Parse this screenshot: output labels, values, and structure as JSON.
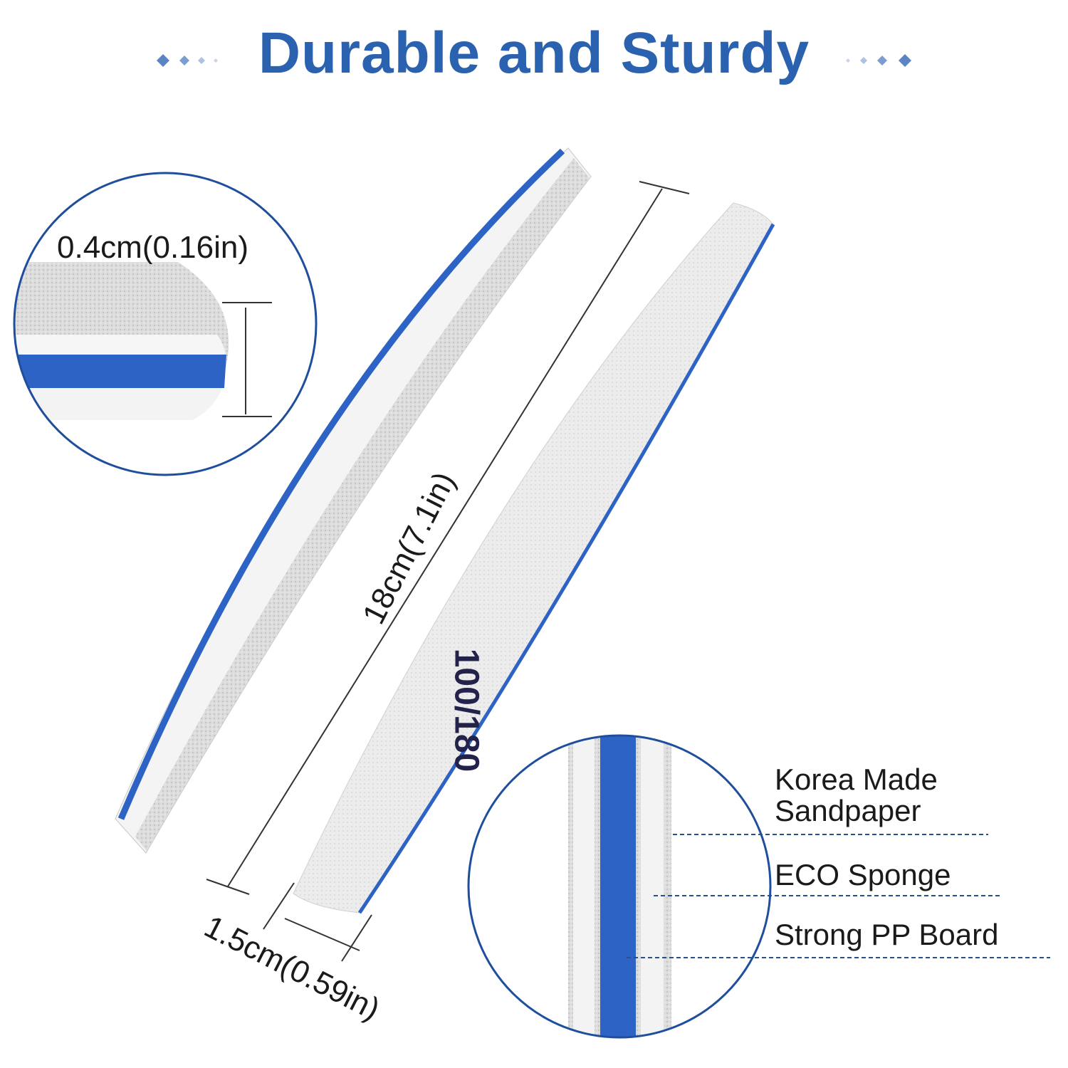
{
  "title": "Durable and Sturdy",
  "colors": {
    "accent": "#2a62b0",
    "sponge_blue": "#2d63c4",
    "sandpaper": "#d8d8d8"
  },
  "dimensions": {
    "thickness": "0.4cm(0.16in)",
    "length": "18cm(7.1in)",
    "width": "1.5cm(0.59in)"
  },
  "grit_label": "100/180",
  "layers": [
    {
      "line1": "Korea Made",
      "line2": "Sandpaper"
    },
    {
      "line1": "ECO Sponge"
    },
    {
      "line1": "Strong PP Board"
    }
  ]
}
